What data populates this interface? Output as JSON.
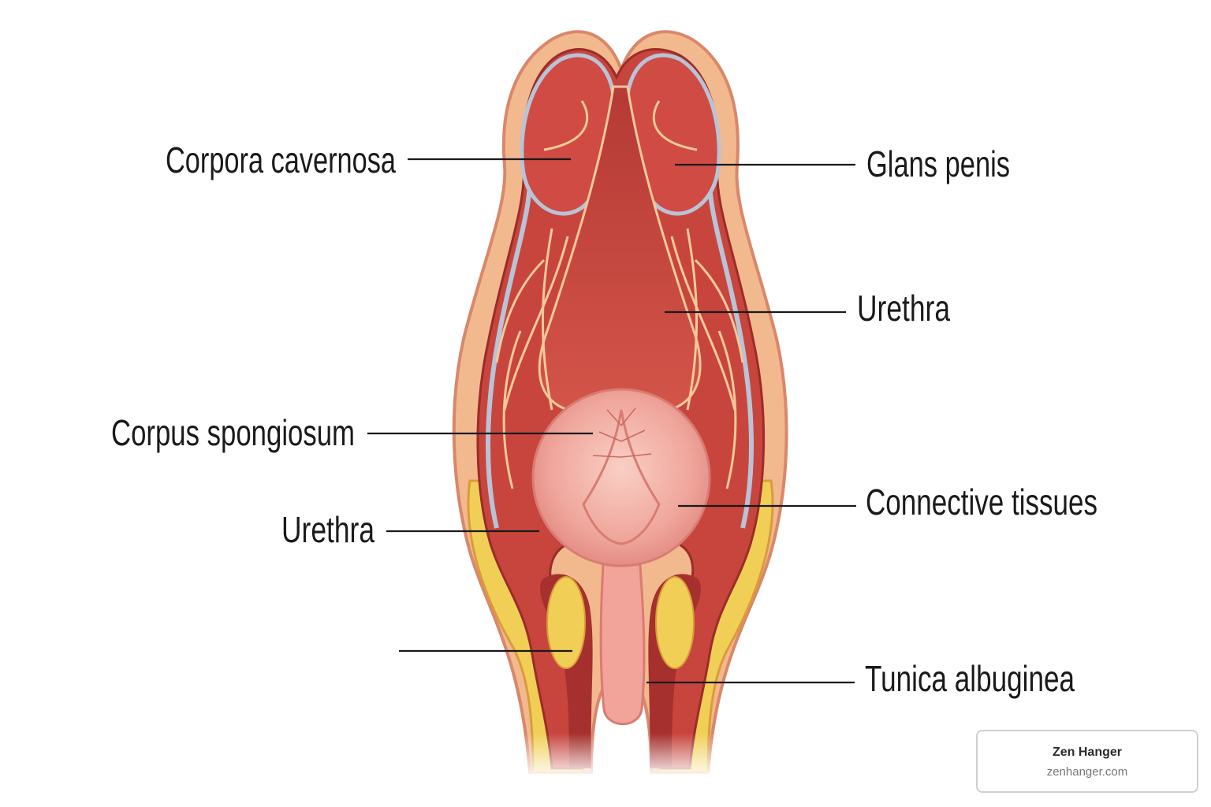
{
  "diagram": {
    "labels": {
      "corpora_cavernosa": "Corpora cavernosa",
      "glans_penis": "Glans penis",
      "urethra_upper": "Urethra",
      "corpus_spongiosum": "Corpus spongiosum",
      "connective_tissues": "Connective tissues",
      "urethra_lower": "Urethra",
      "tunica_albuginea": "Tunica albuginea"
    }
  },
  "brand": {
    "name": "Zen Hanger",
    "url": "zenhanger.com"
  },
  "colors": {
    "skin_outer": "#f2b98e",
    "skin_edge": "#d9876a",
    "tissue_red": "#c8453e",
    "tissue_dark": "#a5302d",
    "tissue_light": "#e06a5c",
    "vein_cream": "#f3c99a",
    "membrane_blue": "#b9c3d6",
    "fat_yellow": "#f1cf57",
    "bulb_pink": "#f0a59c",
    "bulb_light": "#f8c3b9"
  }
}
